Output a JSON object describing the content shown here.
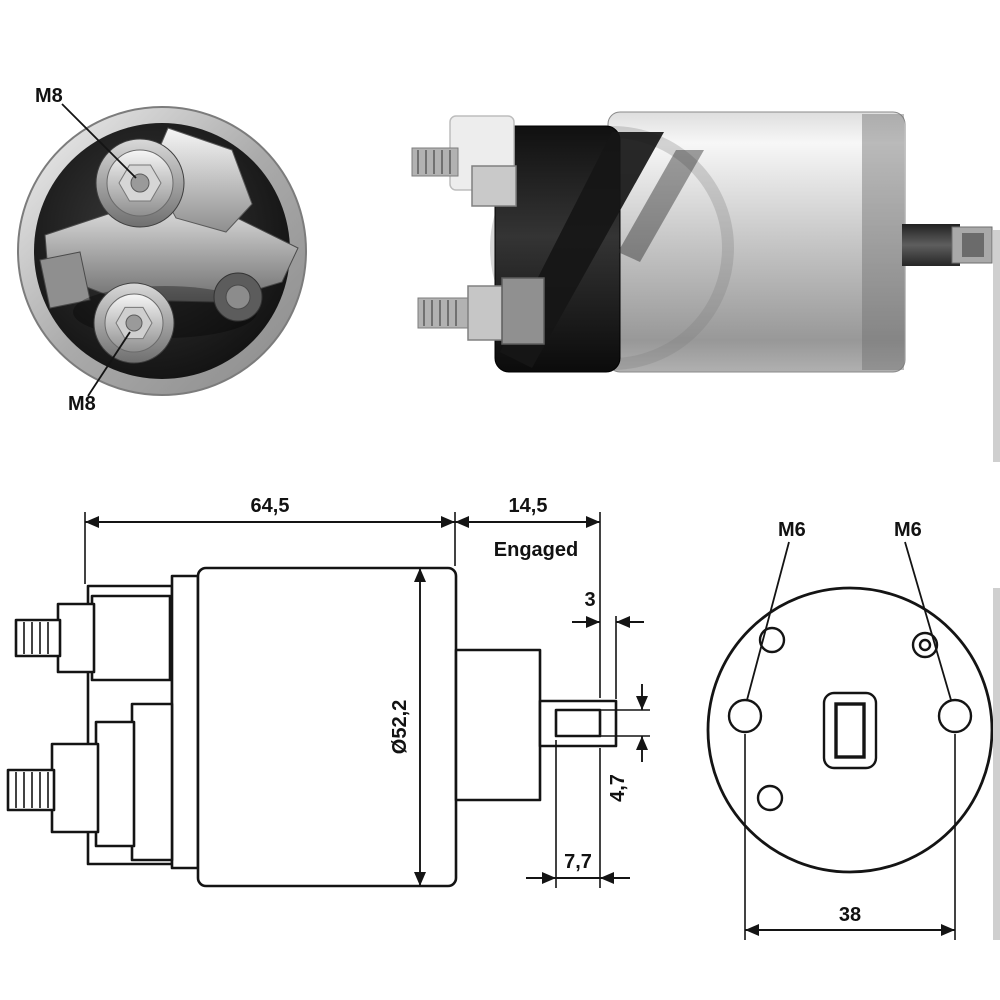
{
  "colors": {
    "line": "#141414",
    "background": "#ffffff"
  },
  "rear_view": {
    "terminal_top_label": "M8",
    "terminal_bottom_label": "M8"
  },
  "side_drawing": {
    "body_length": "64,5",
    "plunger_travel": "14,5",
    "state": "Engaged",
    "tip": "3",
    "diameter": "Ø52,2",
    "slot_height": "4,7",
    "slot_length": "7,7"
  },
  "front_drawing": {
    "hole_left": "M6",
    "hole_right": "M6",
    "hole_spacing": "38"
  }
}
